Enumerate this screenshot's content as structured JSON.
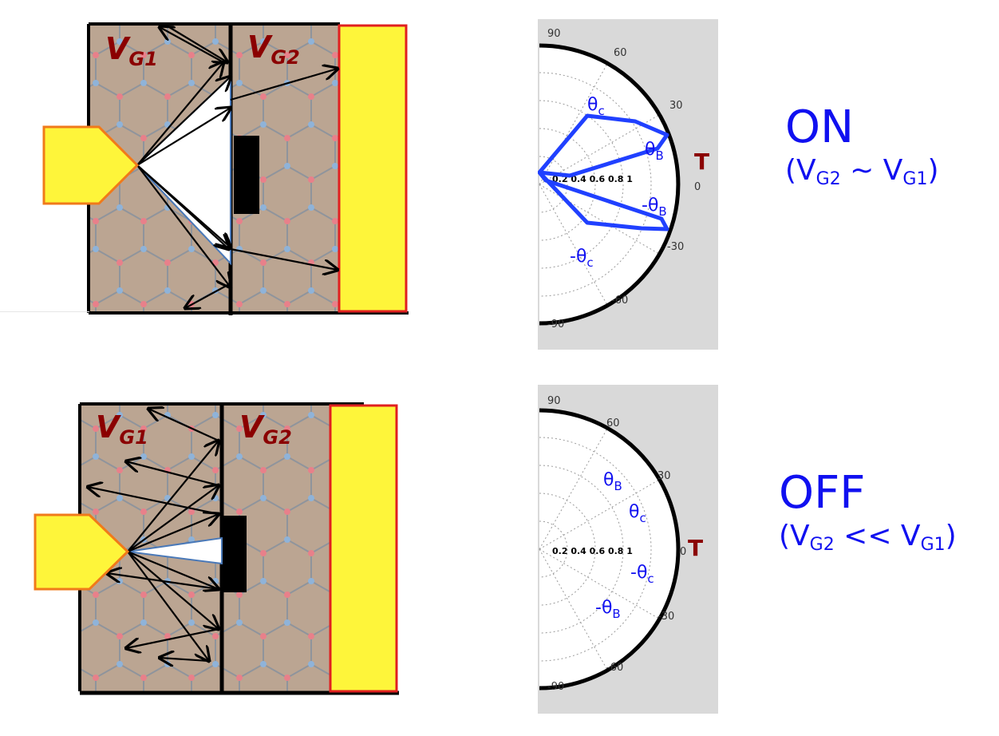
{
  "top": {
    "device": {
      "gate1_label": "V",
      "gate1_sub": "G1",
      "gate2_label": "V",
      "gate2_sub": "G2"
    },
    "polar": {
      "angle_ticks": [
        "90",
        "60",
        "30",
        "0",
        "-30",
        "-60",
        "-90"
      ],
      "radial_ticks": "0.2 0.4 0.6 0.8 1",
      "axis_label": "T",
      "annotations": {
        "theta_c": "θ",
        "theta_c_sub": "c",
        "theta_b": "θ",
        "theta_b_sub": "B",
        "neg_theta_b": "-θ",
        "neg_theta_b_sub": "B",
        "neg_theta_c": "-θ",
        "neg_theta_c_sub": "c"
      }
    },
    "state": {
      "title": "ON",
      "cond_open": "(V",
      "cond_sub1": "G2",
      "cond_mid": " ~ V",
      "cond_sub2": "G1",
      "cond_close": ")"
    }
  },
  "bottom": {
    "device": {
      "gate1_label": "V",
      "gate1_sub": "G1",
      "gate2_label": "V",
      "gate2_sub": "G2"
    },
    "polar": {
      "angle_ticks": [
        "90",
        "60",
        "30",
        "0",
        "-30",
        "-60",
        "-90"
      ],
      "radial_ticks": "0.2 0.4 0.6 0.8 1",
      "axis_label": "T",
      "annotations": {
        "theta_b": "θ",
        "theta_b_sub": "B",
        "theta_c": "θ",
        "theta_c_sub": "c",
        "neg_theta_c": "-θ",
        "neg_theta_c_sub": "c",
        "neg_theta_b": "-θ",
        "neg_theta_b_sub": "B"
      }
    },
    "state": {
      "title": "OFF",
      "cond_open": "(V",
      "cond_sub1": "G2",
      "cond_mid": " << V",
      "cond_sub2": "G1",
      "cond_close": ")"
    }
  },
  "colors": {
    "graphene_bg": "#bba592",
    "lattice_line": "#8f949c",
    "atom_blue": "#8fb3d9",
    "atom_red": "#e8808a",
    "contact_yellow": "#fef53a",
    "contact_border": "#f07a1a",
    "gate_label": "#8b0000",
    "polar_bg": "#d9d9d9",
    "trace_blue": "#2040ff",
    "annotation_blue": "#1010f0",
    "axis_T": "#8b0000"
  }
}
